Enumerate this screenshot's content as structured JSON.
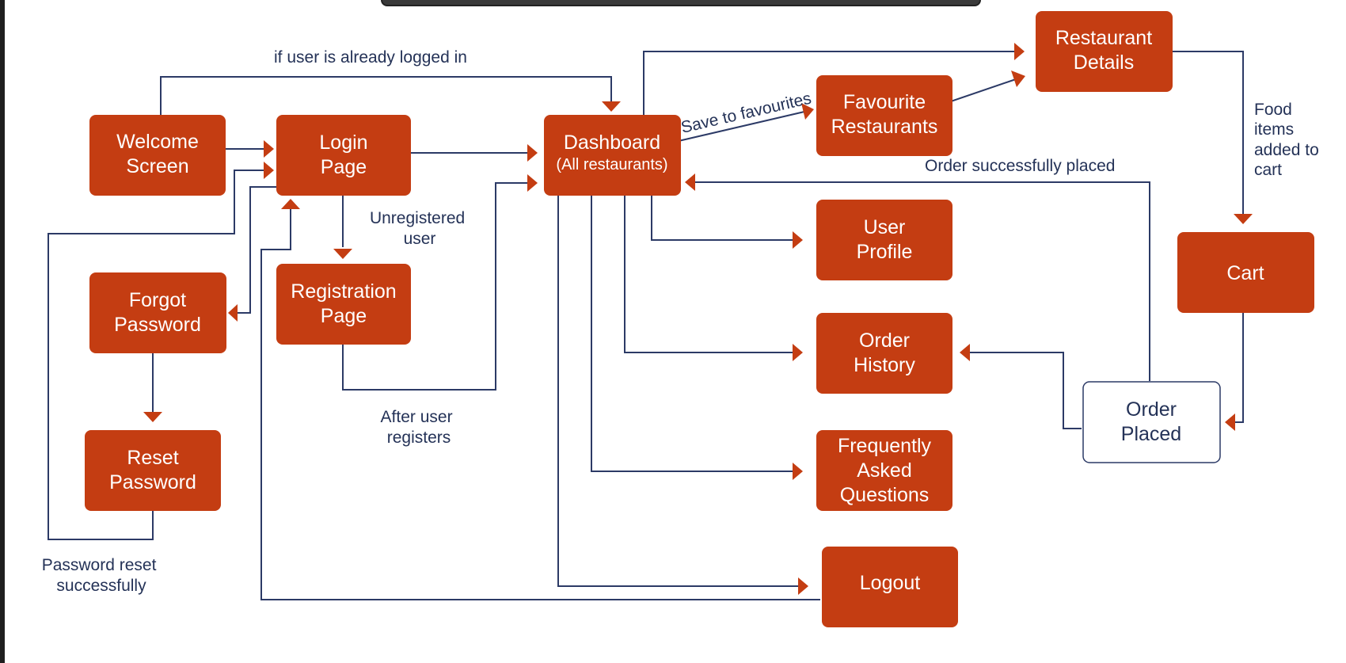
{
  "nodes": {
    "welcome": [
      "Welcome",
      "Screen"
    ],
    "login": [
      "Login",
      "Page"
    ],
    "dashboard": [
      "Dashboard",
      "(All restaurants)"
    ],
    "favourites": [
      "Favourite",
      "Restaurants"
    ],
    "restaurant_details": [
      "Restaurant",
      "Details"
    ],
    "cart": [
      "Cart"
    ],
    "forgot_password": [
      "Forgot",
      "Password"
    ],
    "registration": [
      "Registration",
      "Page"
    ],
    "reset_password": [
      "Reset",
      "Password"
    ],
    "user_profile": [
      "User",
      "Profile"
    ],
    "order_history": [
      "Order",
      "History"
    ],
    "order_placed": [
      "Order",
      "Placed"
    ],
    "faq": [
      "Frequently",
      "Asked",
      "Questions"
    ],
    "logout": [
      "Logout"
    ]
  },
  "labels": {
    "already_logged_in": "if user is already logged in",
    "save_to_favourites": "Save to favourites",
    "order_success": "Order successfully placed",
    "food_added": [
      "Food",
      "items",
      "added to",
      "cart"
    ],
    "unregistered": [
      "Unregistered",
      "user"
    ],
    "after_register": [
      "After user",
      "registers"
    ],
    "password_reset": [
      "Password reset",
      "successfully"
    ]
  },
  "colors": {
    "node_fill": "#c43d12",
    "edge": "#2c3a66",
    "text_dark": "#243257"
  }
}
